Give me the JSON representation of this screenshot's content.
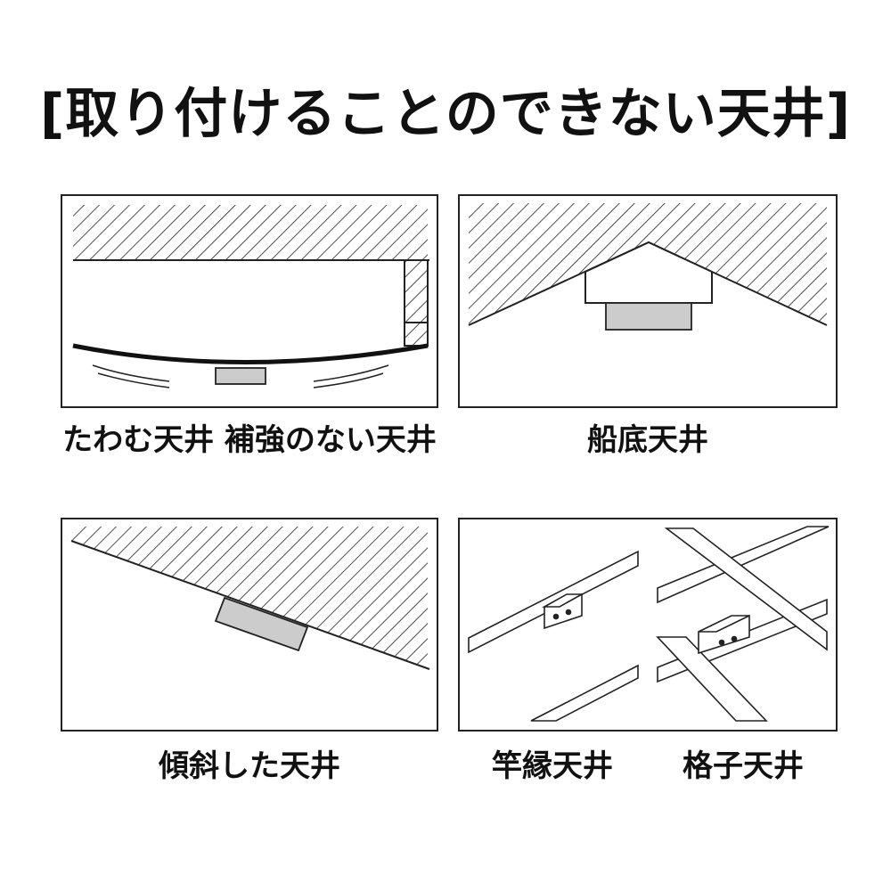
{
  "title": "[取り付けることのできない天井]",
  "panels": [
    {
      "caption": "たわむ天井 補強のない天井"
    },
    {
      "caption": "船底天井"
    },
    {
      "caption": "傾斜した天井"
    },
    {
      "captions": [
        "竿縁天井",
        "格子天井"
      ]
    }
  ],
  "colors": {
    "line": "#222222",
    "fixture": "#cccccc",
    "background": "#ffffff"
  }
}
